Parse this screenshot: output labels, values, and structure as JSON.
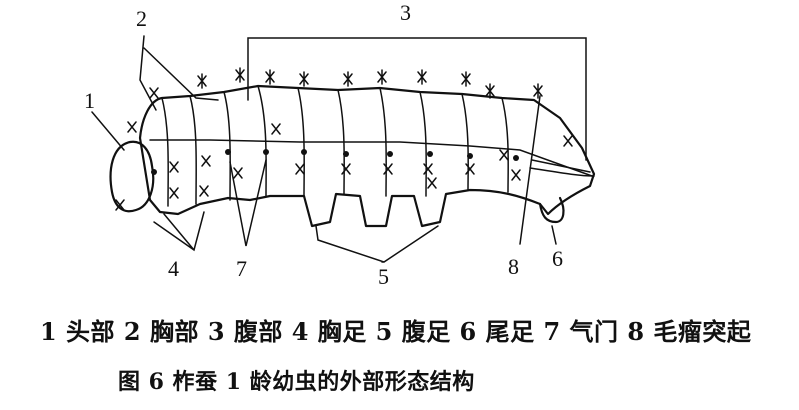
{
  "diagram": {
    "labels": [
      {
        "id": "1",
        "text": "1"
      },
      {
        "id": "2",
        "text": "2"
      },
      {
        "id": "3",
        "text": "3"
      },
      {
        "id": "4",
        "text": "4"
      },
      {
        "id": "5",
        "text": "5"
      },
      {
        "id": "6",
        "text": "6"
      },
      {
        "id": "7",
        "text": "7"
      },
      {
        "id": "8",
        "text": "8"
      }
    ],
    "legend": "1 头部  2 胸部  3 腹部  4 胸足  5 腹足   6 尾足  7 气门  8 毛瘤突起",
    "caption": "图 6   柞蚕 1 龄幼虫的外部形态结构"
  }
}
